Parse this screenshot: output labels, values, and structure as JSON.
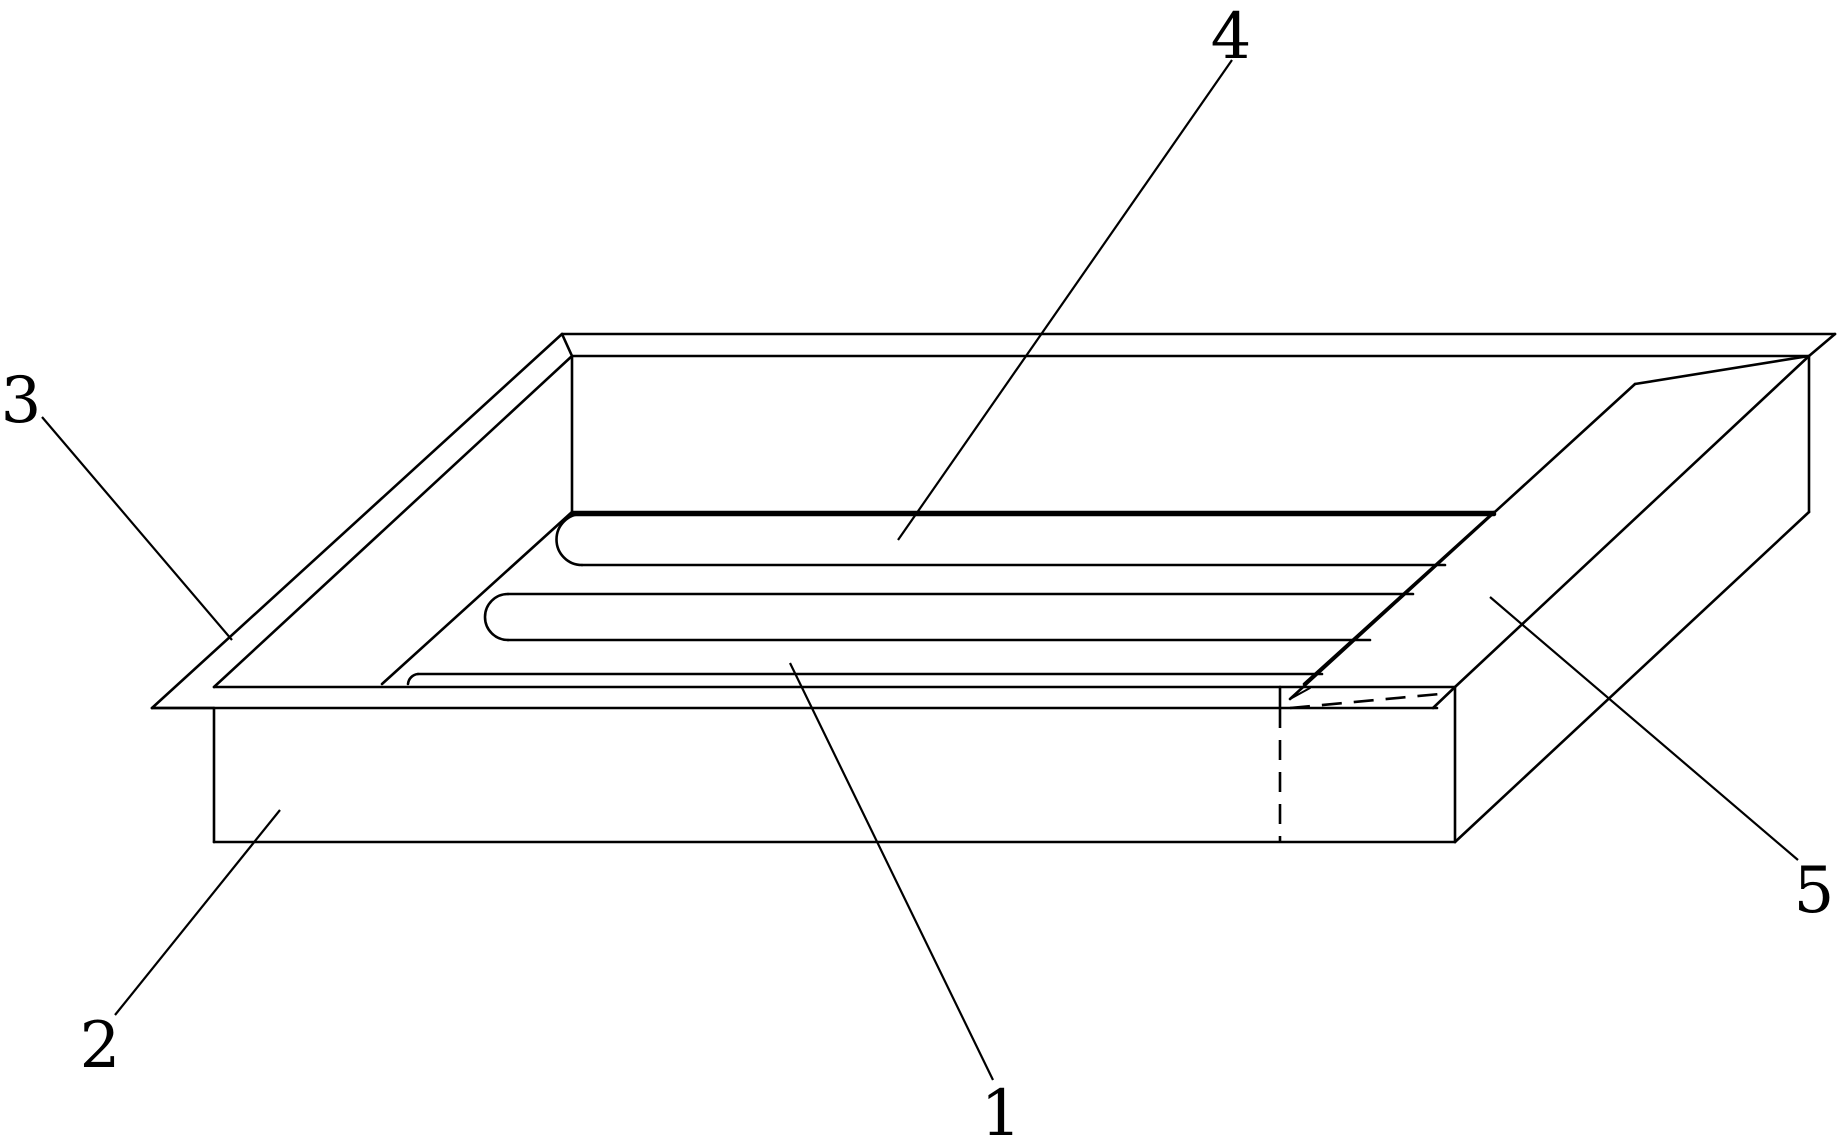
{
  "figure": {
    "labels": {
      "part_1": "1",
      "part_2": "2",
      "part_3": "3",
      "part_4": "4",
      "part_5": "5"
    },
    "line_color": "#000000",
    "background_color": "#ffffff"
  }
}
